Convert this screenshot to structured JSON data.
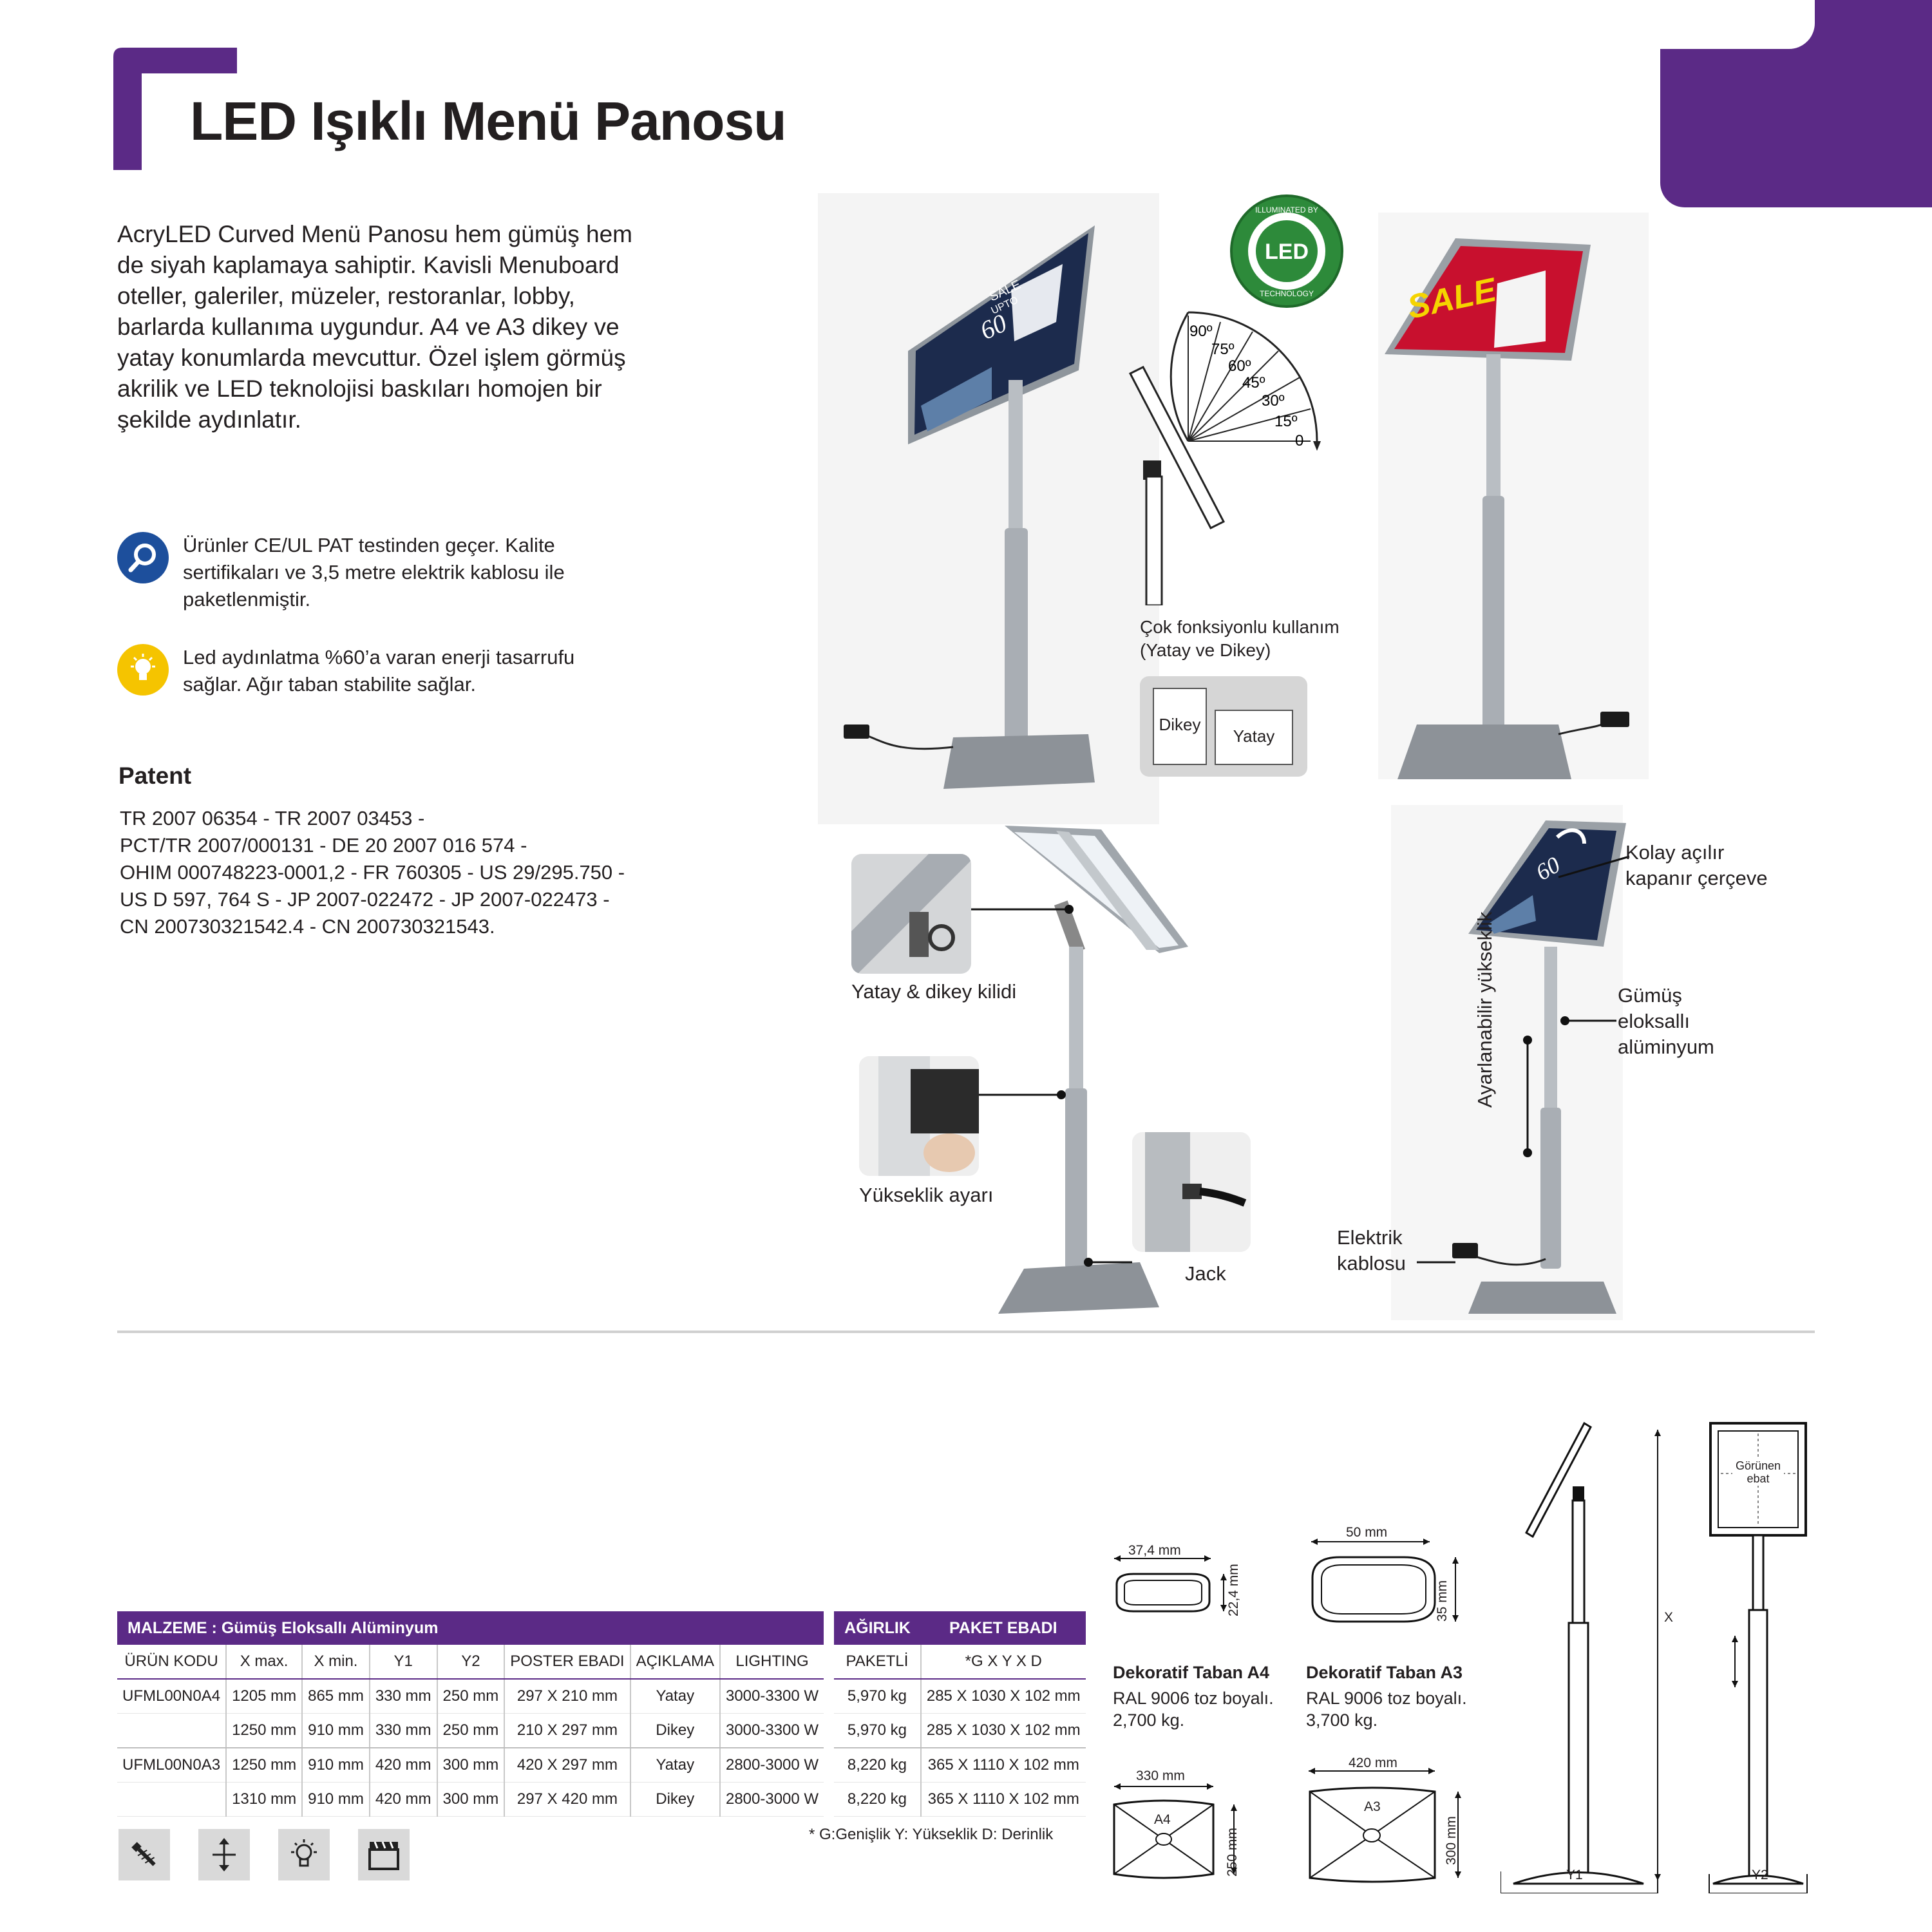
{
  "header": {
    "title": "LED Işıklı Menü Panosu"
  },
  "intro": {
    "text": "AcryLED Curved Menü Panosu hem gümüş hem de siyah kaplamaya sahiptir. Kavisli Menuboard oteller, galeriler, müzeler, restoranlar, lobby, barlarda kullanıma uygundur. A4 ve A3 dikey ve yatay konumlarda mevcuttur. Özel işlem görmüş akrilik ve LED teknolojisi baskıları homojen bir şekilde aydınlatır."
  },
  "features": [
    {
      "icon": "magnifier-icon",
      "text": "Ürünler CE/UL PAT testinden geçer. Kalite sertifikaları ve 3,5 metre elektrik kablosu ile paketlenmiştir."
    },
    {
      "icon": "lightbulb-icon",
      "text": "Led aydınlatma %60’a varan enerji tasarrufu sağlar. Ağır taban stabilite sağlar."
    }
  ],
  "patent": {
    "heading": "Patent",
    "lines": [
      "TR 2007 06354 - TR 2007 03453 -",
      "PCT/TR 2007/000131 - DE 20 2007 016 574 -",
      "OHIM 000748223-0001,2 - FR 760305 - US 29/295.750 -",
      "US D 597, 764 S - JP 2007-022472 - JP 2007-022473 -",
      "CN 200730321542.4 - CN 200730321543."
    ]
  },
  "badge": {
    "top": "ILLUMINATED BY",
    "center": "LED",
    "bottom": "TECHNOLOGY"
  },
  "angles": [
    "90º",
    "75º",
    "60º",
    "45º",
    "30º",
    "15º",
    "0"
  ],
  "poster": {
    "sale_a": "SALE",
    "upto": "UPTO",
    "percent": "60",
    "sale_b": "SALE"
  },
  "usage": {
    "caption_line1": "Çok fonksiyonlu kullanım",
    "caption_line2": "(Yatay ve Dikey)",
    "vertical": "Dikey",
    "horizontal": "Yatay"
  },
  "callouts": {
    "lock": "Yatay & dikey kilidi",
    "height": "Yükseklik ayarı",
    "jack": "Jack",
    "frame_line1": "Kolay açılır",
    "frame_line2": "kapanır çerçeve",
    "alu_line1": "Gümüş",
    "alu_line2": "eloksallı",
    "alu_line3": "alüminyum",
    "adjustable": "Ayarlanabilir yükseklik",
    "cable_line1": "Elektrik",
    "cable_line2": "kablosu"
  },
  "table": {
    "material_header": "MALZEME : Gümüş Eloksallı Alüminyum",
    "weight_header": "AĞIRLIK",
    "package_header": "PAKET EBADI",
    "columns": [
      "ÜRÜN KODU",
      "X max.",
      "X min.",
      "Y1",
      "Y2",
      "POSTER EBADI",
      "AÇIKLAMA",
      "LIGHTING",
      "PAKETLİ",
      "*G X Y X D"
    ],
    "rows": [
      {
        "code": "UFML00N0A4",
        "xmax": "1205 mm",
        "xmin": "865 mm",
        "y1": "330 mm",
        "y2": "250 mm",
        "poster": "297 X 210 mm",
        "desc": "Yatay",
        "lighting": "3000-3300 W",
        "weight": "5,970 kg",
        "pkg": "285 X 1030 X 102 mm"
      },
      {
        "code": "",
        "xmax": "1250 mm",
        "xmin": "910 mm",
        "y1": "330 mm",
        "y2": "250 mm",
        "poster": "210 X 297 mm",
        "desc": "Dikey",
        "lighting": "3000-3300 W",
        "weight": "5,970 kg",
        "pkg": "285 X 1030 X 102 mm"
      },
      {
        "code": "UFML00N0A3",
        "xmax": "1250 mm",
        "xmin": "910 mm",
        "y1": "420 mm",
        "y2": "300 mm",
        "poster": "420 X 297 mm",
        "desc": "Yatay",
        "lighting": "2800-3000 W",
        "weight": "8,220 kg",
        "pkg": "365 X 1110 X 102 mm"
      },
      {
        "code": "",
        "xmax": "1310 mm",
        "xmin": "910 mm",
        "y1": "420 mm",
        "y2": "300 mm",
        "poster": "297 X 420 mm",
        "desc": "Dikey",
        "lighting": "2800-3000 W",
        "weight": "8,220 kg",
        "pkg": "365 X 1110 X 102 mm"
      }
    ],
    "footnote": "* G:Genişlik  Y: Yükseklik  D: Derinlik"
  },
  "tools": [
    "screw-icon",
    "height-arrows-icon",
    "bulb-icon",
    "clapper-icon"
  ],
  "bases": {
    "a4": {
      "width": "37,4 mm",
      "height": "22,4 mm",
      "title": "Dekoratif Taban A4",
      "line1": "RAL 9006 toz boyalı.",
      "line2": "2,700 kg.",
      "plate_w": "330 mm",
      "plate_h": "250 mm",
      "plate_label": "A4"
    },
    "a3": {
      "width": "50 mm",
      "height": "35 mm",
      "title": "Dekoratif Taban A3",
      "line1": "RAL 9006 toz boyalı.",
      "line2": "3,700 kg.",
      "plate_w": "420 mm",
      "plate_h": "300 mm",
      "plate_label": "A3"
    }
  },
  "diagram": {
    "x": "X",
    "y1": "Y1",
    "y2": "Y2",
    "visible_line1": "Görünen",
    "visible_line2": "ebat"
  },
  "colors": {
    "purple": "#5b2a86",
    "blue_icon": "#1d4f9c",
    "yellow_icon": "#f5c400",
    "badge_green": "#2d8a3a"
  }
}
